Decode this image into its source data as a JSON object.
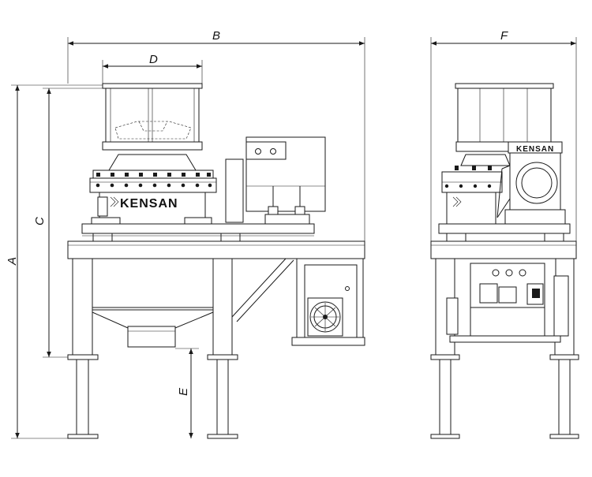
{
  "diagram": {
    "dimension_labels": {
      "A": "A",
      "B": "B",
      "C": "C",
      "D": "D",
      "E": "E",
      "F": "F"
    },
    "brand_front": "KENSAN",
    "brand_side": "KENSAN",
    "colors": {
      "line": "#1a1a1a",
      "background": "#ffffff"
    }
  }
}
